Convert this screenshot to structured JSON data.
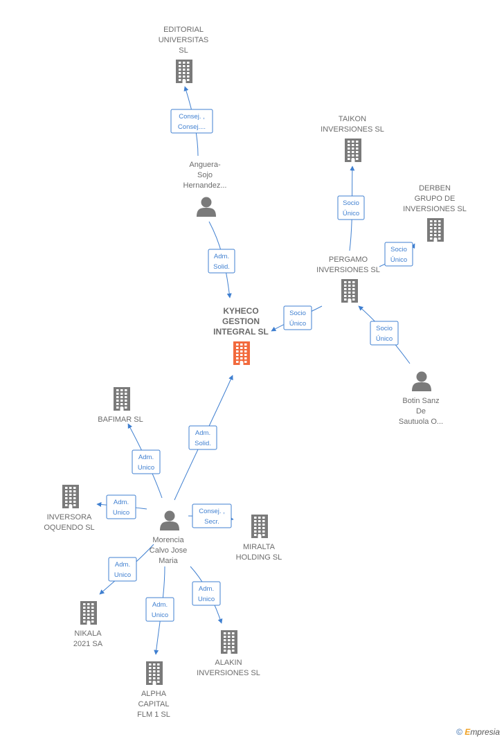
{
  "colors": {
    "building": "#7a7a7a",
    "focus": "#f26a3d",
    "person": "#7a7a7a",
    "edge": "#3f7fd0"
  },
  "nodes": [
    {
      "id": "editorial",
      "type": "company",
      "lines": [
        "EDITORIAL",
        "UNIVERSITAS",
        "SL"
      ]
    },
    {
      "id": "anguera",
      "type": "person",
      "lines": [
        "Anguera-",
        "Sojo",
        "Hernandez..."
      ]
    },
    {
      "id": "kyheco",
      "type": "focus",
      "lines": [
        "KYHECO",
        "GESTION",
        "INTEGRAL  SL"
      ]
    },
    {
      "id": "taikon",
      "type": "company",
      "lines": [
        "TAIKON",
        "INVERSIONES SL"
      ]
    },
    {
      "id": "derben",
      "type": "company",
      "lines": [
        "DERBEN",
        "GRUPO DE",
        "INVERSIONES SL"
      ]
    },
    {
      "id": "pergamo",
      "type": "company",
      "lines": [
        "PERGAMO",
        "INVERSIONES SL"
      ]
    },
    {
      "id": "botin",
      "type": "person",
      "lines": [
        "Botin Sanz",
        "De",
        "Sautuola O..."
      ]
    },
    {
      "id": "bafimar",
      "type": "company",
      "lines": [
        "BAFIMAR  SL"
      ]
    },
    {
      "id": "inversora",
      "type": "company",
      "lines": [
        "INVERSORA",
        "OQUENDO SL"
      ]
    },
    {
      "id": "morencia",
      "type": "person",
      "lines": [
        "Morencia",
        "Calvo Jose",
        "Maria"
      ]
    },
    {
      "id": "miralta",
      "type": "company",
      "lines": [
        "MIRALTA",
        "HOLDING  SL"
      ]
    },
    {
      "id": "nikala",
      "type": "company",
      "lines": [
        "NIKALA",
        "2021 SA"
      ]
    },
    {
      "id": "alakin",
      "type": "company",
      "lines": [
        "ALAKIN",
        "INVERSIONES SL"
      ]
    },
    {
      "id": "alpha",
      "type": "company",
      "lines": [
        "ALPHA",
        "CAPITAL",
        "FLM 1  SL"
      ]
    }
  ],
  "edges": [
    {
      "id": "e-anguera-editorial",
      "lines": [
        "Consej. ,",
        "Consej...."
      ]
    },
    {
      "id": "e-anguera-kyheco",
      "lines": [
        "Adm.",
        "Solid."
      ]
    },
    {
      "id": "e-pergamo-taikon",
      "lines": [
        "Socio",
        "Único"
      ]
    },
    {
      "id": "e-pergamo-derben",
      "lines": [
        "Socio",
        "Único"
      ]
    },
    {
      "id": "e-pergamo-kyheco",
      "lines": [
        "Socio",
        "Único"
      ]
    },
    {
      "id": "e-botin-pergamo",
      "lines": [
        "Socio",
        "Único"
      ]
    },
    {
      "id": "e-morencia-kyheco",
      "lines": [
        "Adm.",
        "Solid."
      ]
    },
    {
      "id": "e-morencia-bafimar",
      "lines": [
        "Adm.",
        "Unico"
      ]
    },
    {
      "id": "e-morencia-inversora",
      "lines": [
        "Adm.",
        "Unico"
      ]
    },
    {
      "id": "e-morencia-miralta",
      "lines": [
        "Consej. ,",
        "Secr."
      ]
    },
    {
      "id": "e-morencia-nikala",
      "lines": [
        "Adm.",
        "Unico"
      ]
    },
    {
      "id": "e-morencia-alpha",
      "lines": [
        "Adm.",
        "Unico"
      ]
    },
    {
      "id": "e-morencia-alakin",
      "lines": [
        "Adm.",
        "Unico"
      ]
    }
  ],
  "footer": {
    "copyright": "©",
    "brand_first": "E",
    "brand_rest": "mpresia"
  }
}
